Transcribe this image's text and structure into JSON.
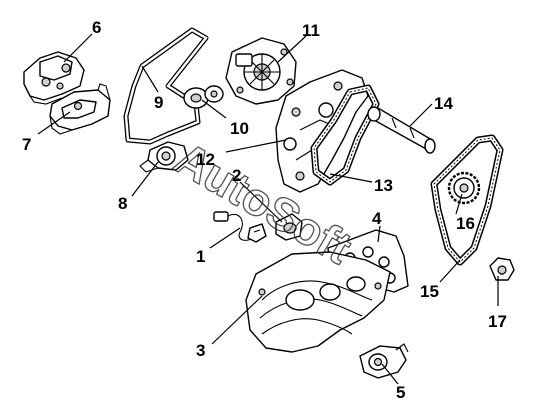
{
  "callouts": {
    "c1": "1",
    "c2": "2",
    "c3": "3",
    "c4": "4",
    "c5": "5",
    "c6": "6",
    "c7": "7",
    "c8": "8",
    "c9": "9",
    "c10": "10",
    "c11": "11",
    "c12": "12",
    "c13": "13",
    "c14": "14",
    "c15": "15",
    "c16": "16",
    "c17": "17"
  },
  "watermark": "AutoSoft"
}
